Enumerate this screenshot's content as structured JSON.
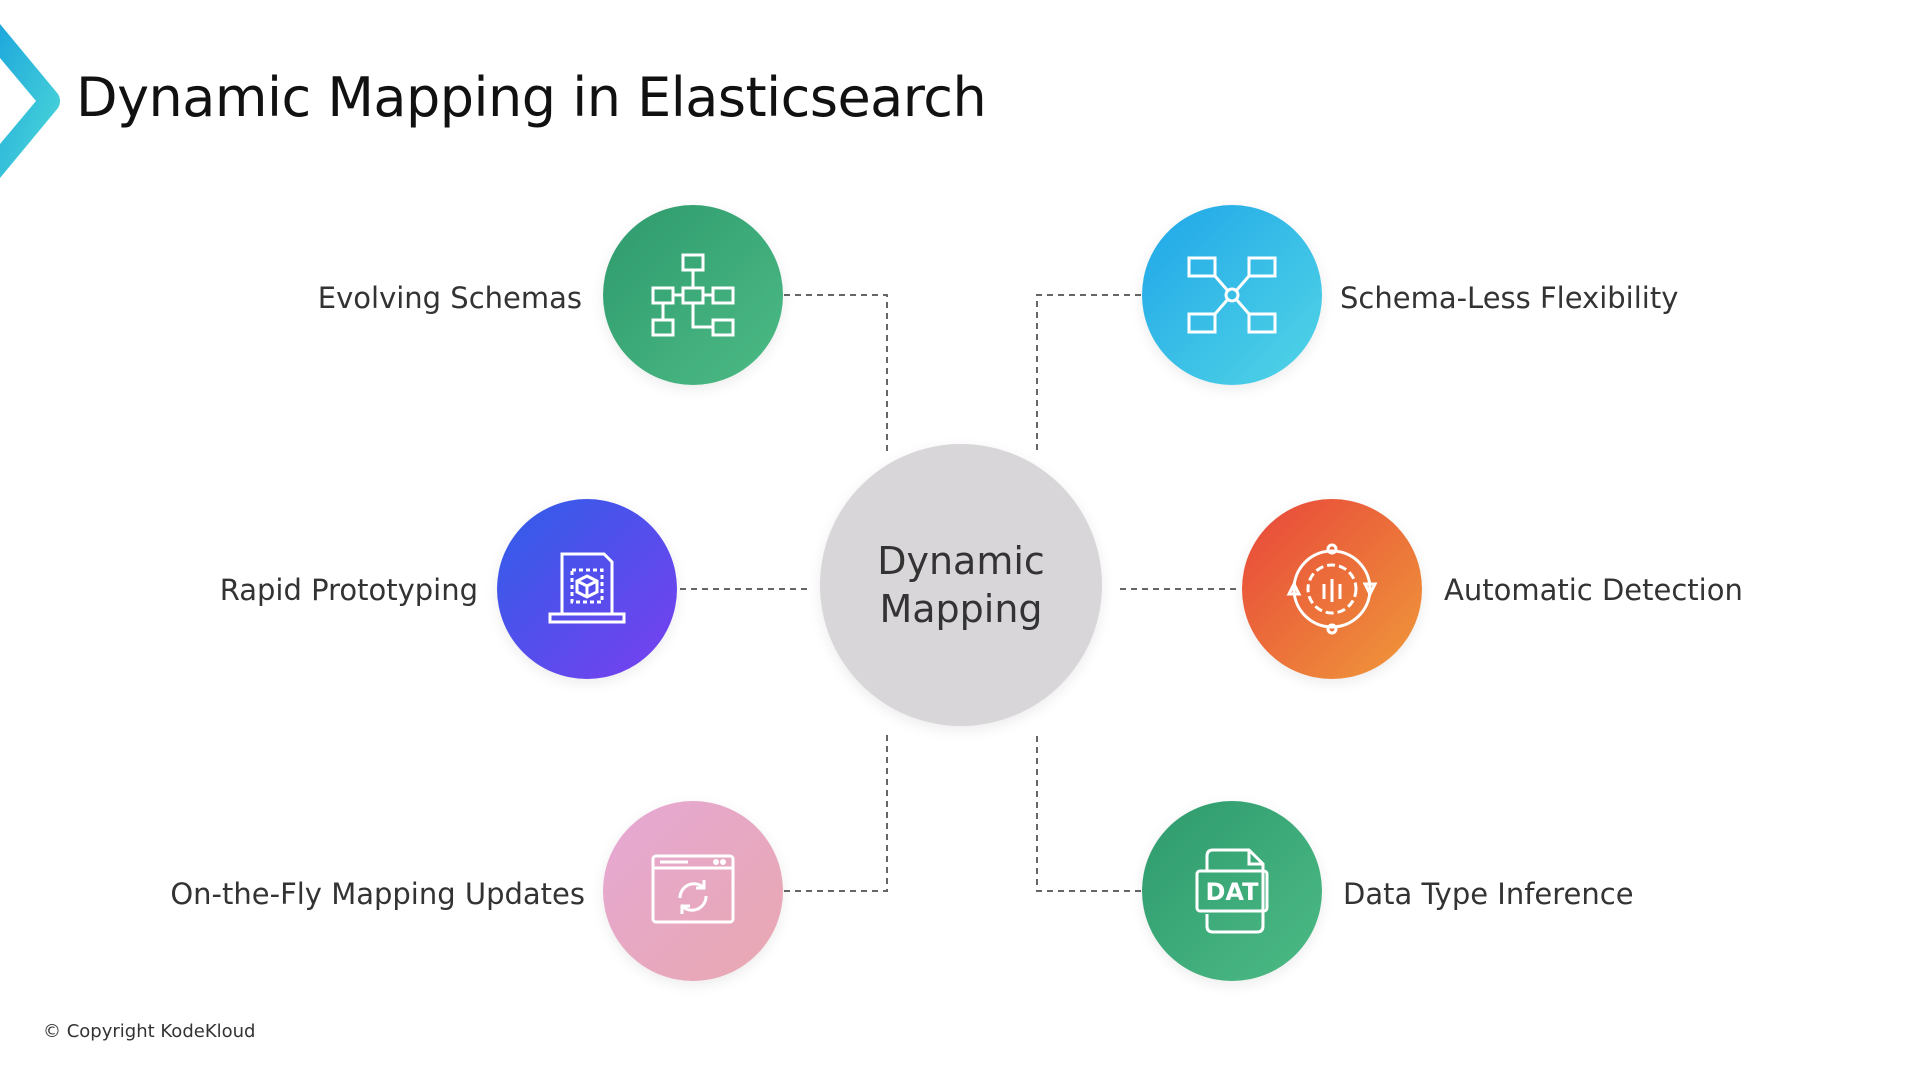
{
  "title": "Dynamic Mapping in Elasticsearch",
  "center": {
    "line1": "Dynamic",
    "line2": "Mapping"
  },
  "features": [
    {
      "label": "Evolving Schemas",
      "icon": "schema-tree-icon"
    },
    {
      "label": "Schema-Less Flexibility",
      "icon": "network-icon"
    },
    {
      "label": "Rapid Prototyping",
      "icon": "prototype-cube-icon"
    },
    {
      "label": "Automatic Detection",
      "icon": "gear-chip-icon"
    },
    {
      "label": "On-the-Fly Mapping Updates",
      "icon": "browser-refresh-icon"
    },
    {
      "label": "Data Type Inference",
      "icon": "dat-file-icon",
      "icon_text": "DAT"
    }
  ],
  "copyright": "© Copyright KodeKloud"
}
